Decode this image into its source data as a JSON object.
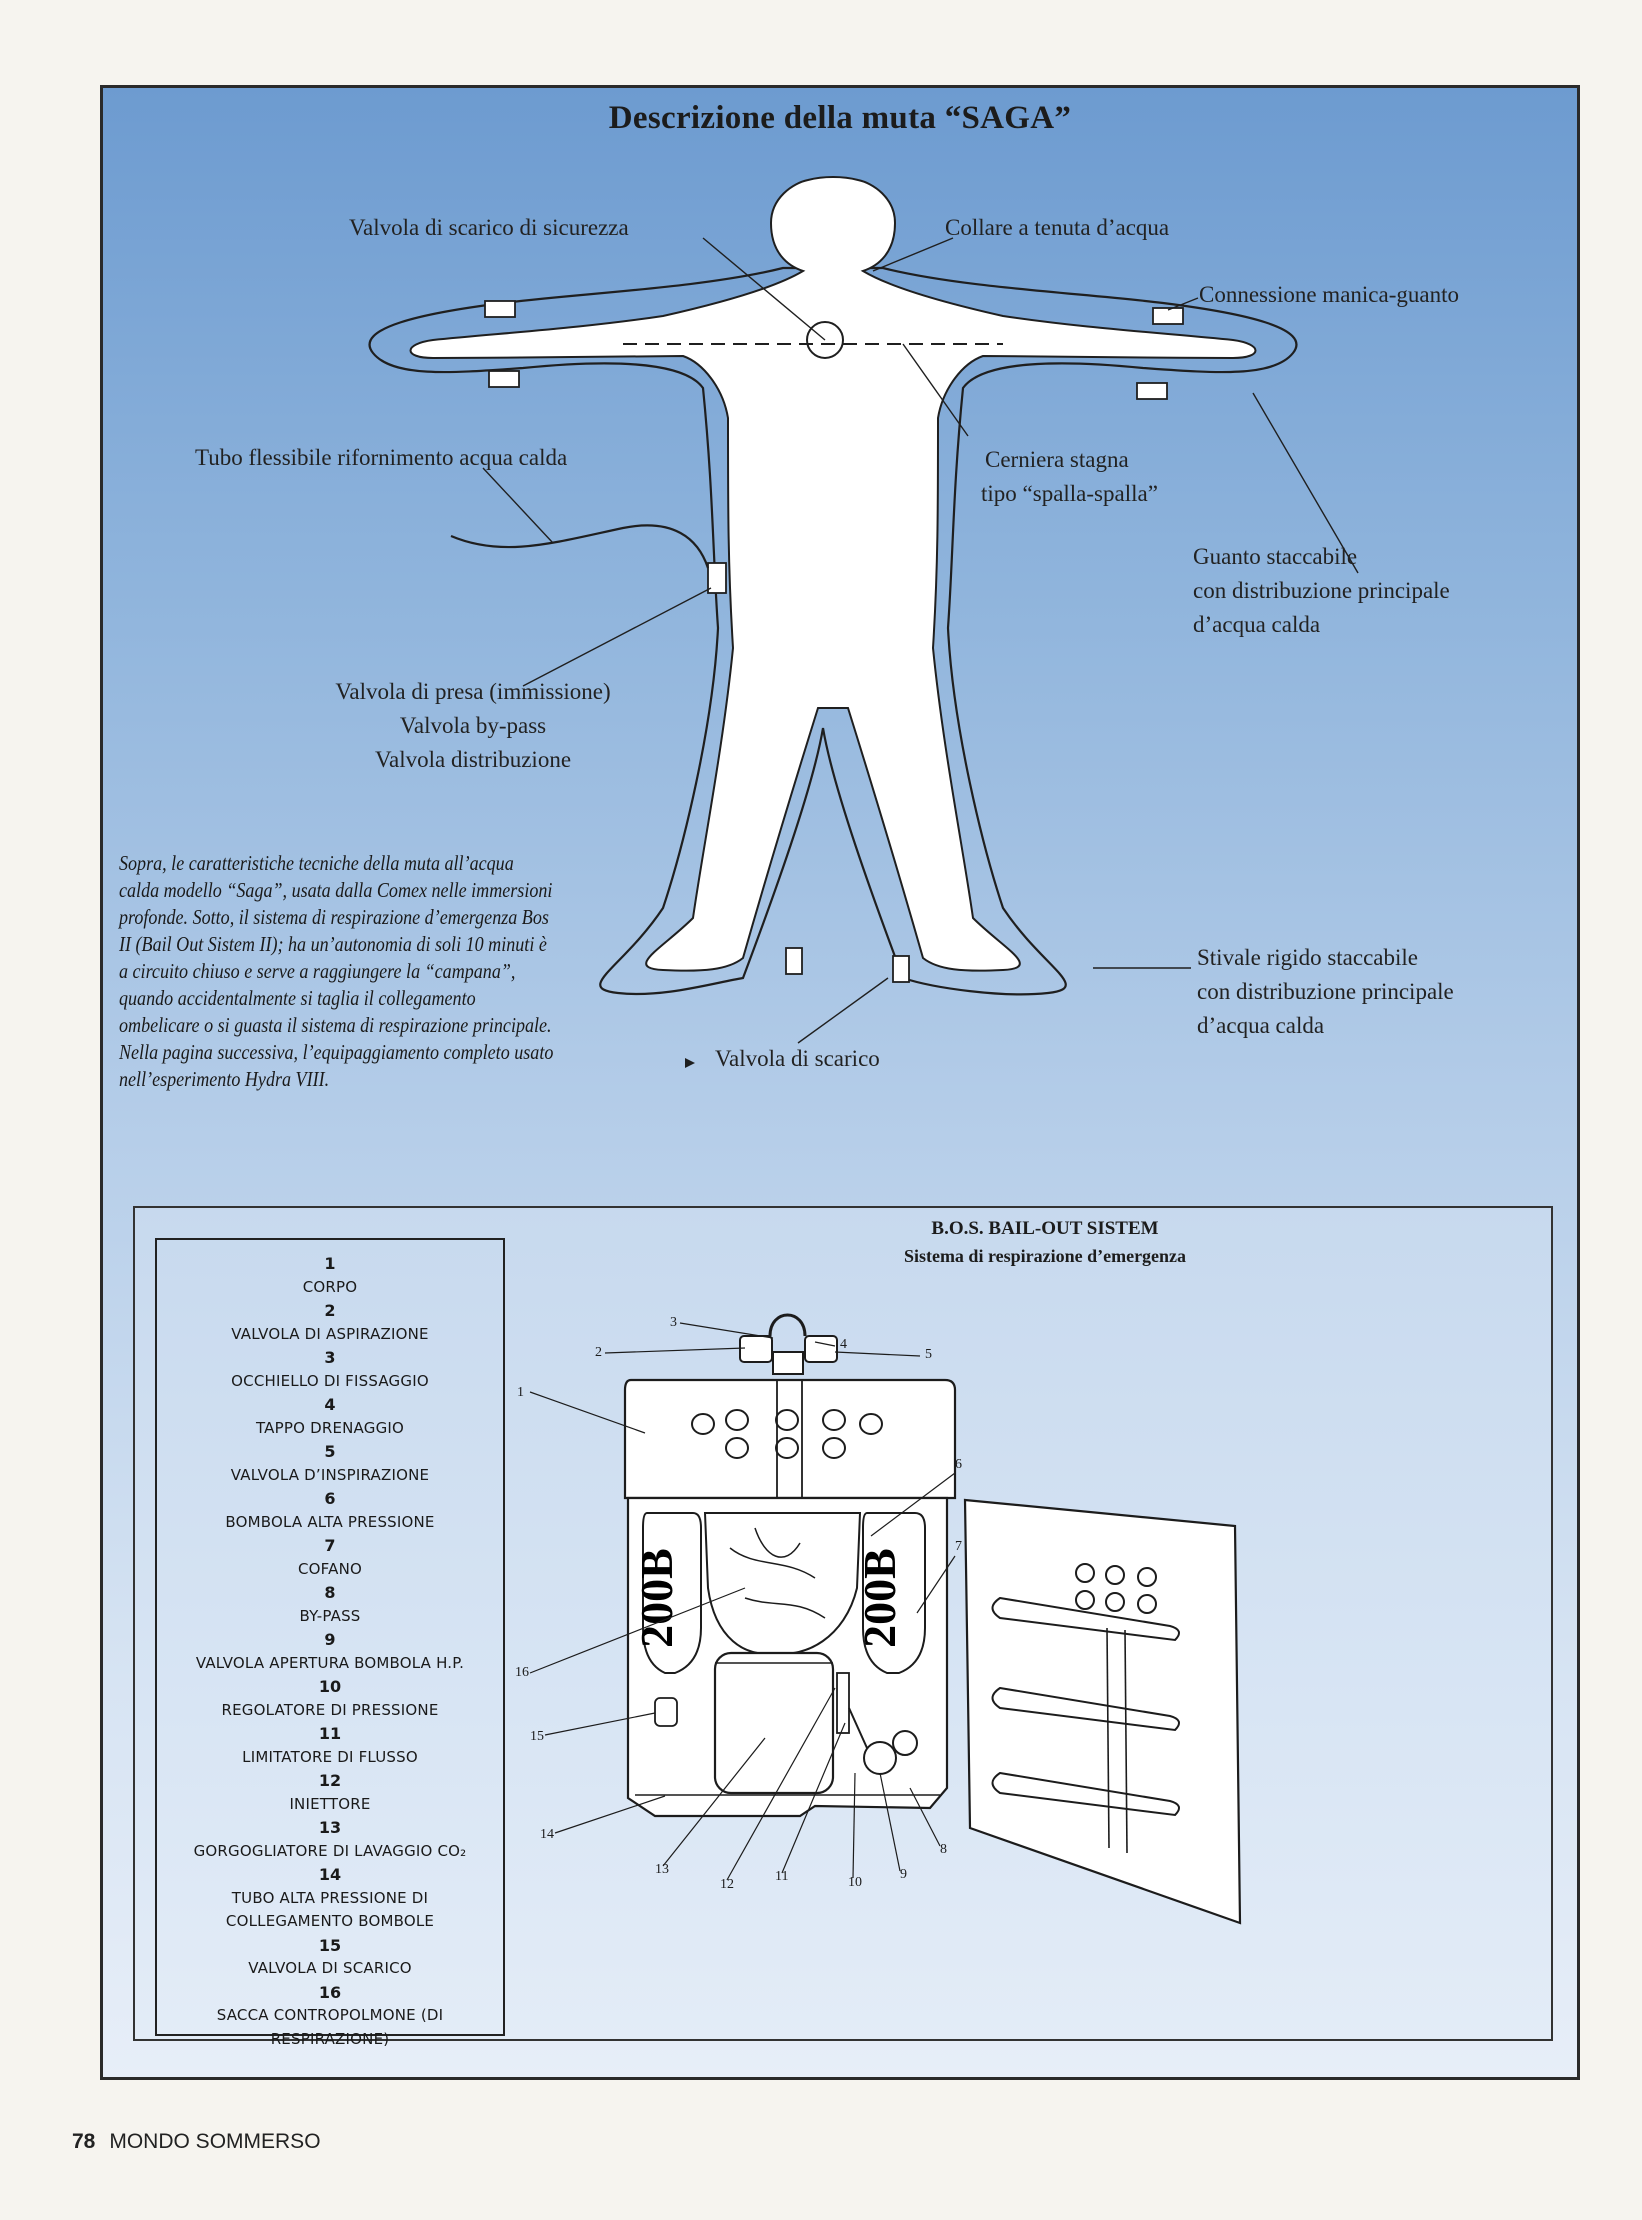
{
  "title": "Descrizione della muta “SAGA”",
  "suit_labels": {
    "safety_valve": "Valvola di scarico di sicurezza",
    "collar": "Collare a tenuta d’acqua",
    "sleeve_glove": "Connessione manica-guanto",
    "hot_water_hose": "Tubo flessibile rifornimento acqua calda",
    "zipper_line1": "Cerniera stagna",
    "zipper_line2": "tipo “spalla-spalla”",
    "glove_line1": "Guanto staccabile",
    "glove_line2": "con distribuzione principale",
    "glove_line3": "d’acqua calda",
    "intake_line1": "Valvola di presa (immissione)",
    "intake_line2": "Valvola by-pass",
    "intake_line3": "Valvola distribuzione",
    "boot_line1": "Stivale rigido staccabile",
    "boot_line2": "con distribuzione principale",
    "boot_line3": "d’acqua calda",
    "drain_valve": "Valvola di scarico"
  },
  "caption": "Sopra, le caratteristiche tecniche della muta all’acqua calda modello “Saga”, usata dalla Comex nelle immersioni profonde. Sotto, il sistema di respirazione d’emergenza Bos II (Bail Out Sistem II); ha un’autonomia di soli 10 minuti è a circuito chiuso e serve a raggiungere la “campana”, quando accidentalmente si taglia il collegamento ombelicare o si guasta il sistema di respirazione principale. Nella pagina successiva, l’equipaggiamento completo usato nell’esperimento Hydra VIII.",
  "bos": {
    "title": "B.O.S. BAIL-OUT SISTEM",
    "subtitle": "Sistema di respirazione d’emergenza",
    "cylinder_text": "200B",
    "legend": [
      {
        "num": "1",
        "text": "CORPO"
      },
      {
        "num": "2",
        "text": "VALVOLA DI ASPIRAZIONE"
      },
      {
        "num": "3",
        "text": "OCCHIELLO DI FISSAGGIO"
      },
      {
        "num": "4",
        "text": "TAPPO DRENAGGIO"
      },
      {
        "num": "5",
        "text": "VALVOLA D’INSPIRAZIONE"
      },
      {
        "num": "6",
        "text": "BOMBOLA ALTA PRESSIONE"
      },
      {
        "num": "7",
        "text": "COFANO"
      },
      {
        "num": "8",
        "text": "BY-PASS"
      },
      {
        "num": "9",
        "text": "VALVOLA APERTURA BOMBOLA H.P."
      },
      {
        "num": "10",
        "text": "REGOLATORE DI PRESSIONE"
      },
      {
        "num": "11",
        "text": "LIMITATORE DI FLUSSO"
      },
      {
        "num": "12",
        "text": "INIETTORE"
      },
      {
        "num": "13",
        "text": "GORGOGLIATORE DI LAVAGGIO CO₂"
      },
      {
        "num": "14",
        "text": "TUBO ALTA PRESSIONE DI COLLEGAMENTO BOMBOLE"
      },
      {
        "num": "15",
        "text": "VALVOLA DI SCARICO"
      },
      {
        "num": "16",
        "text": "SACCA CONTROPOLMONE (DI RESPIRAZIONE)"
      }
    ]
  },
  "footer": {
    "page_number": "78",
    "magazine": "MONDO SOMMERSO"
  }
}
